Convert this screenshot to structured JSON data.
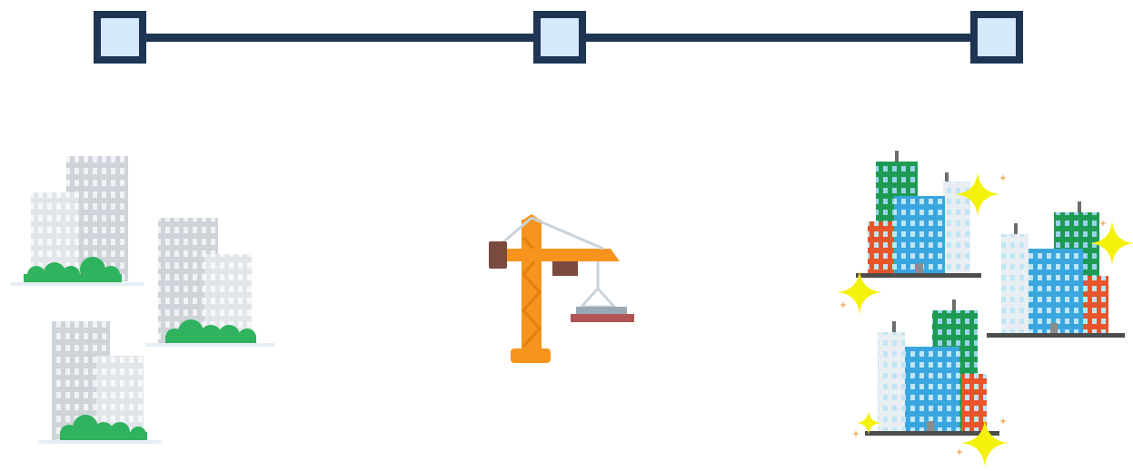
{
  "timeline": {
    "stage_count": 3,
    "node_fill": "#d6e8fb",
    "line_color": "#1e3553"
  },
  "stages": [
    {
      "id": "before",
      "illustration": "gray-old-buildings-icon"
    },
    {
      "id": "during",
      "illustration": "construction-crane-icon"
    },
    {
      "id": "after",
      "illustration": "colorful-new-buildings-icon"
    }
  ],
  "colors": {
    "old_building": "#cfd4da",
    "old_building_light": "#e2e6ea",
    "bush": "#2fb35e",
    "crane": "#f7941d",
    "crane_dark": "#7a4a3e",
    "green_building": "#1e9b52",
    "blue_building": "#3aa6df",
    "white_building": "#e9eef2",
    "orange_building": "#e8552a",
    "sparkle": "#f4f20a",
    "ground": "#4d4d4d"
  }
}
